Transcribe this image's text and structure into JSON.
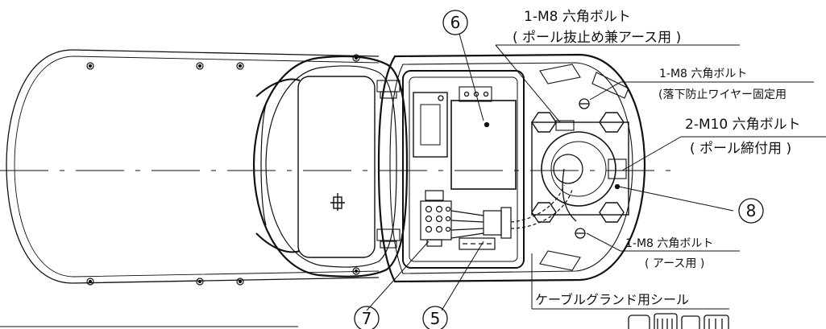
{
  "labels": {
    "top_bolt_line1": "1-M8 六角ボルト",
    "top_bolt_line2": "( ポール抜止め兼アース用 )",
    "wire_bolt_line1": "1-M8 六角ボルト",
    "wire_bolt_line2": "(落下防止ワイヤー固定用",
    "m10_line1": "2-M10 六角ボルト",
    "m10_line2": "( ポール締付用 )",
    "earth_bolt_line1": "1-M8 六角ボルト",
    "earth_bolt_line2": "( アース用 )",
    "cable_seal": "ケーブルグランド用シール"
  },
  "callouts": {
    "n5": "5",
    "n6": "6",
    "n7": "7",
    "n8": "8"
  }
}
